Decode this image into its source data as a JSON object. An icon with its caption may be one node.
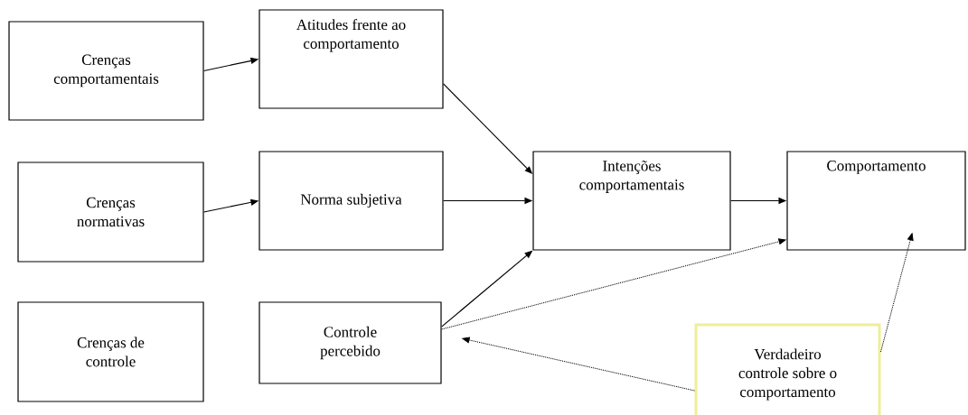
{
  "diagram": {
    "nodes": [
      {
        "text": [
          "Crenças comportamentais"
        ]
      },
      {
        "text": [
          "Atitudes frente ao comportamento"
        ]
      },
      {
        "text": [
          "Crenças normativas"
        ]
      },
      {
        "text": [
          "Norma subjetiva"
        ]
      },
      {
        "text": [
          "Intenções comportamentais"
        ]
      },
      {
        "text": [
          "Comportamento"
        ]
      },
      {
        "text": [
          "Crenças de controle"
        ]
      },
      {
        "text": [
          "Controle percebido"
        ]
      },
      {
        "text": [
          "Verdadeiro controle sobre o comportamento"
        ]
      }
    ],
    "edges": [
      {
        "from": 0,
        "to": 1,
        "arrow": "to"
      },
      {
        "from": 2,
        "to": 3,
        "arrow": "to"
      },
      {
        "from": 1,
        "to": 4,
        "arrow": "to"
      },
      {
        "from": 3,
        "to": 4,
        "arrow": "to"
      },
      {
        "from": 7,
        "to": 4,
        "arrow": "to"
      },
      {
        "from": 4,
        "to": 5,
        "arrow": "to"
      },
      {
        "from": 7,
        "to": 5,
        "arrow": "to",
        "style": "dashed"
      },
      {
        "from": 8,
        "to": 7,
        "arrow": "to",
        "style": "dashed"
      },
      {
        "from": 8,
        "to": 5,
        "arrow": "to",
        "style": "dashed"
      }
    ]
  }
}
